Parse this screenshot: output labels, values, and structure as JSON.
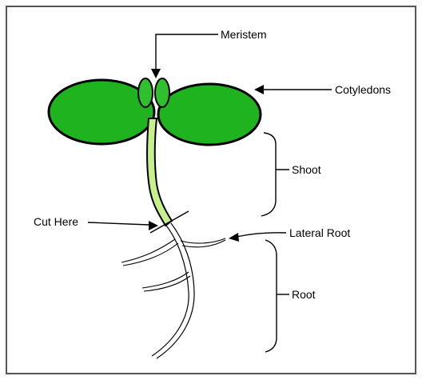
{
  "diagram": {
    "labels": {
      "meristem": "Meristem",
      "cotyledons": "Cotyledons",
      "shoot": "Shoot",
      "cut_here": "Cut Here",
      "lateral_root": "Lateral Root",
      "root": "Root"
    },
    "colors": {
      "cotyledon_fill": "#1fb31f",
      "meristem_fill": "#2fbf2f",
      "hypocotyl_fill": "#c8f08a",
      "outline": "#000000",
      "frame_border": "#555555",
      "background": "#ffffff"
    }
  }
}
